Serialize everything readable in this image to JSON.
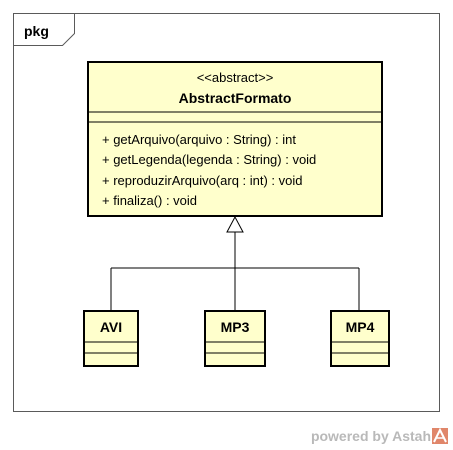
{
  "package": {
    "label": "pkg"
  },
  "abstract_class": {
    "stereotype": "<<abstract>>",
    "name": "AbstractFormato",
    "operations": [
      "+ getArquivo(arquivo : String) : int",
      "+ getLegenda(legenda : String) : void",
      "+ reproduzirArquivo(arq : int) : void",
      "+ finaliza() : void"
    ]
  },
  "subclasses": [
    {
      "name": "AVI"
    },
    {
      "name": "MP3"
    },
    {
      "name": "MP4"
    }
  ],
  "watermark": {
    "text": "powered by Astah",
    "logo_icon": "astah-logo-icon"
  },
  "colors": {
    "class_fill": "#ffffcc",
    "class_stroke": "#000000",
    "frame_stroke": "#5a5a5a",
    "watermark_text": "#b9b9b9",
    "logo_fill": "#e0866a"
  }
}
